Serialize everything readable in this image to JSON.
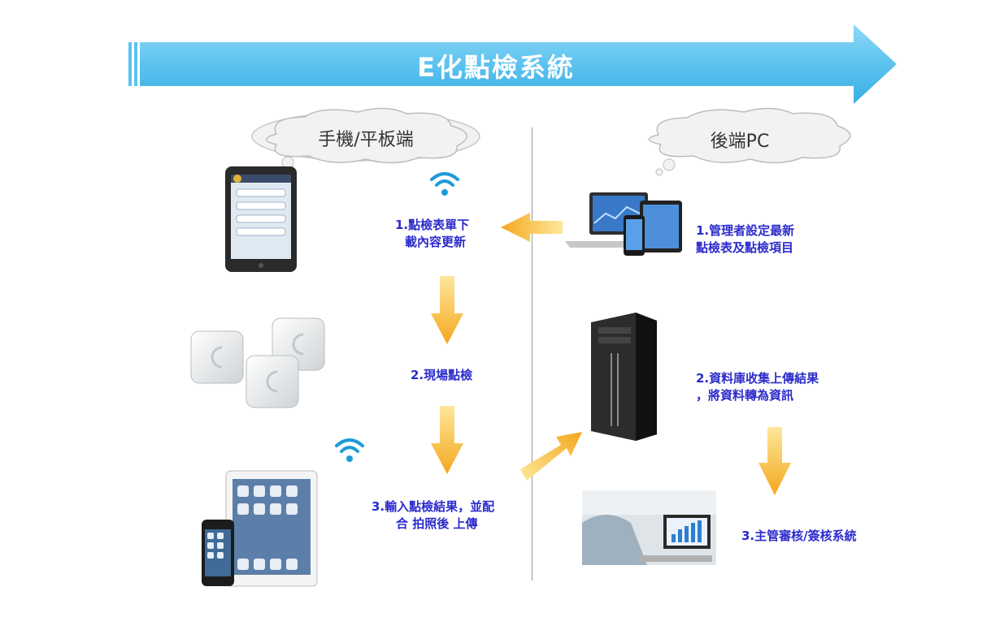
{
  "banner": {
    "title": "E化點檢系統"
  },
  "clouds": {
    "mobile": "手機/平板端",
    "backend": "後端PC"
  },
  "steps": {
    "mobile_1_line1": "1.點檢表單下",
    "mobile_1_line2": "載內容更新",
    "mobile_2": "2.現場點檢",
    "mobile_3_line1": "3.輸入點檢結果，並配",
    "mobile_3_line2": "合 拍照後 上傳",
    "pc_1_line1": "1.管理者設定最新",
    "pc_1_line2": "點檢表及點檢項目",
    "pc_2_line1": "2.資料庫收集上傳結果",
    "pc_2_line2": "，將資料轉為資訊",
    "pc_3": "3.主管審核/簽核系統"
  },
  "colors": {
    "banner": "#5cc3f0",
    "arrow": "#f5b82e",
    "step_text": "#2b2bcc",
    "wifi": "#1e9bd7"
  },
  "icons": {
    "tablet": "tablet-icon",
    "wifi": "wifi-icon",
    "sensor_tags": "nfc-tag-icon",
    "devices": "ipad-iphone-icon",
    "laptop_set": "laptop-devices-icon",
    "tower_pc": "desktop-tower-icon",
    "office_photo": "office-monitor-icon"
  }
}
